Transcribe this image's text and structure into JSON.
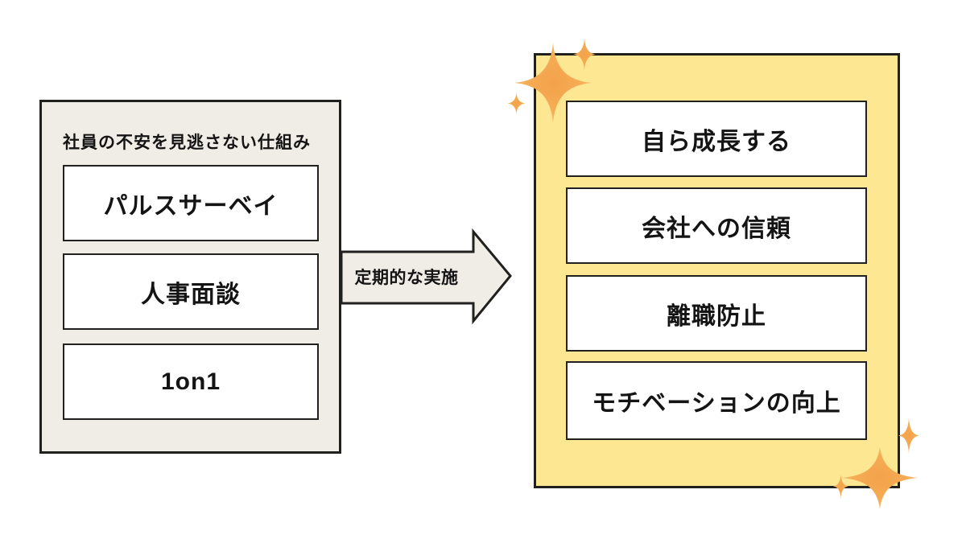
{
  "colors": {
    "page-bg": "#FFFFFF",
    "panel-fill": "#F0EDE6",
    "panel-border": "#20201E",
    "yellow-fill": "#FDE793",
    "card-fill": "#FFFFFF",
    "card-border": "#20201E",
    "text": "#141414",
    "sparkle-core": "#F3A24A",
    "sparkle-mid": "#F5AC55",
    "sparkle-tip": "#F9C87F"
  },
  "left_panel": {
    "title": "社員の不安を見逃さない仕組み",
    "items": [
      {
        "label": "パルスサーベイ"
      },
      {
        "label": "人事面談"
      },
      {
        "label": "1on1"
      }
    ]
  },
  "arrow": {
    "label": "定期的な実施",
    "direction": "right"
  },
  "right_panel": {
    "items": [
      {
        "label": "自ら成長する"
      },
      {
        "label": "会社への信頼"
      },
      {
        "label": "離職防止"
      },
      {
        "label": "モチベーションの向上"
      }
    ]
  },
  "decorations": {
    "sparkle_shape": "four-point-star",
    "top_left_cluster_count": 3,
    "bottom_right_cluster_count": 3
  }
}
